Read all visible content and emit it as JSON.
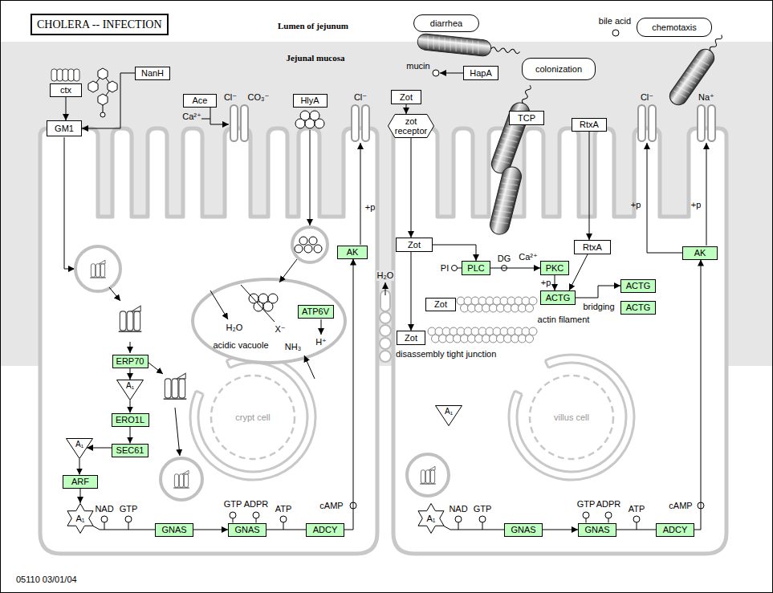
{
  "diagram": {
    "title": "CHOLERA -- INFECTION",
    "nodes": [
      {
        "text": [
          "diarrhea"
        ]
      },
      {
        "text": [
          "chemotaxis"
        ]
      },
      {
        "text": [
          "colonization"
        ]
      },
      {
        "text": [
          "NanH"
        ]
      },
      {
        "text": [
          "HapA"
        ]
      },
      {
        "text": [
          "ctx"
        ]
      },
      {
        "text": [
          "Ace"
        ]
      },
      {
        "text": [
          "HlyA"
        ]
      },
      {
        "text": [
          "Zot"
        ]
      },
      {
        "text": [
          "TCP"
        ]
      },
      {
        "text": [
          "zot receptor"
        ]
      },
      {
        "text": [
          "RtxA"
        ]
      },
      {
        "text": [
          "GM1"
        ]
      },
      {
        "text": [
          "Zot"
        ]
      },
      {
        "text": [
          "RtxA"
        ]
      },
      {
        "text": [
          "AK"
        ]
      },
      {
        "text": [
          "AK"
        ]
      },
      {
        "text": [
          "PLC"
        ]
      },
      {
        "text": [
          "PKC"
        ]
      },
      {
        "text": [
          "ACTG"
        ]
      },
      {
        "text": [
          "ACTG"
        ]
      },
      {
        "text": [
          "ACTG"
        ]
      },
      {
        "text": [
          "Zot"
        ]
      },
      {
        "text": [
          "ATP6V"
        ]
      },
      {
        "text": [
          "Zot"
        ]
      },
      {
        "text": [
          "ERP70"
        ]
      },
      {
        "text": [
          "A₁"
        ]
      },
      {
        "text": [
          "ERO1L"
        ]
      },
      {
        "text": [
          "A₁"
        ]
      },
      {
        "text": [
          "SEC61"
        ]
      },
      {
        "text": [
          "A₁"
        ]
      },
      {
        "text": [
          "ARF"
        ]
      },
      {
        "text": [
          "A₁"
        ]
      },
      {
        "text": [
          "A₁"
        ]
      },
      {
        "text": [
          "GNAS"
        ]
      },
      {
        "text": [
          "GNAS"
        ]
      },
      {
        "text": [
          "ADCY"
        ]
      },
      {
        "text": [
          "GNAS"
        ]
      },
      {
        "text": [
          "GNAS"
        ]
      },
      {
        "text": [
          "ADCY"
        ]
      }
    ],
    "edges": [
      {
        "from": 3,
        "to": 12,
        "arrow": "to"
      },
      {
        "from": 5,
        "to": 12,
        "arrow": "to"
      },
      {
        "from": 8,
        "to": 10,
        "arrow": "to"
      },
      {
        "from": 10,
        "to": 13,
        "arrow": "to"
      },
      {
        "from": 13,
        "to": 17,
        "arrow": "to"
      },
      {
        "from": 13,
        "to": 24,
        "arrow": "to"
      },
      {
        "from": 17,
        "to": 18,
        "arrow": "to"
      },
      {
        "from": 18,
        "to": 19,
        "arrow": "to"
      },
      {
        "from": 11,
        "to": 14,
        "arrow": "to"
      },
      {
        "from": 14,
        "to": 19,
        "arrow": "to"
      },
      {
        "from": 19,
        "to": 20,
        "arrow": "to"
      },
      {
        "from": 36,
        "to": 15,
        "arrow": "to"
      },
      {
        "from": 39,
        "to": 16,
        "arrow": "to"
      },
      {
        "from": 34,
        "to": 35,
        "arrow": "to"
      },
      {
        "from": 35,
        "to": 36,
        "arrow": "none"
      },
      {
        "from": 37,
        "to": 38,
        "arrow": "to"
      },
      {
        "from": 38,
        "to": 39,
        "arrow": "none"
      },
      {
        "from": 32,
        "to": 34,
        "arrow": "none"
      },
      {
        "from": 33,
        "to": 37,
        "arrow": "none"
      },
      {
        "from": 25,
        "to": 26,
        "arrow": "to"
      },
      {
        "from": 26,
        "to": 27,
        "arrow": "to"
      },
      {
        "from": 27,
        "to": 29,
        "arrow": "to"
      },
      {
        "from": 29,
        "to": 30,
        "arrow": "to"
      },
      {
        "from": 30,
        "to": 31,
        "arrow": "to"
      },
      {
        "from": 31,
        "to": 32,
        "arrow": "to"
      }
    ],
    "labels": [
      "Lumen of jejunum",
      "Jejunal mucosa",
      "bile acid",
      "mucin",
      "Ca²⁺",
      "Cl⁻",
      "CO₃⁻",
      "Cl⁻",
      "Cl⁻",
      "Na⁺",
      "+p",
      "H₂O",
      "H₂O",
      "X⁻",
      "NH₃",
      "acidic vacuole",
      "H⁺",
      "crypt cell",
      "villus cell",
      "PI",
      "DG",
      "Ca²⁺",
      "+p",
      "bridging",
      "actin filament",
      "disassembly tight junction",
      "+p",
      "+p",
      "NAD",
      "GTP",
      "GTP",
      "ADPR",
      "ATP",
      "cAMP",
      "NAD",
      "GTP",
      "GTP",
      "ADPR",
      "ATP",
      "cAMP",
      "05110 03/01/04"
    ]
  }
}
